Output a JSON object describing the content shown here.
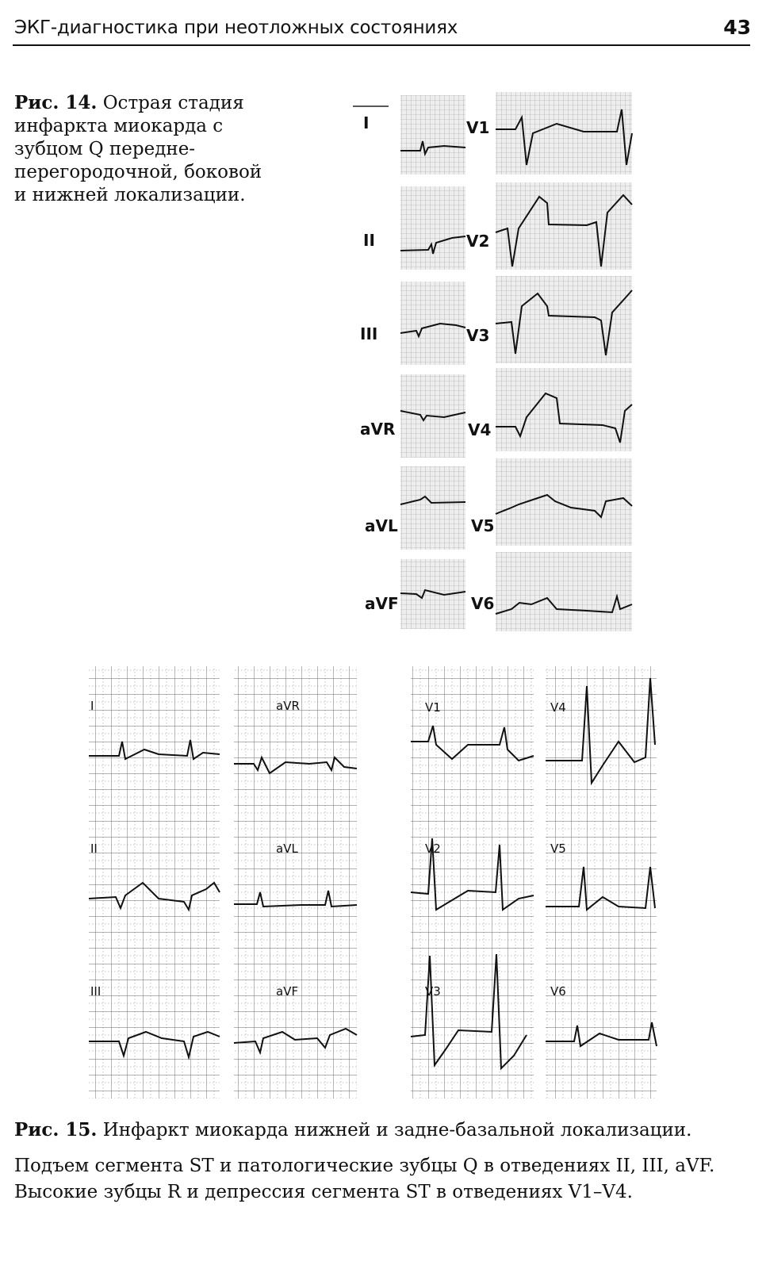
{
  "header": {
    "title": "ЭКГ-диагностика при неотложных состояниях",
    "page_number": "43"
  },
  "figure14": {
    "caption_label": "Рис. 14.",
    "caption_text": " Острая стадия инфаркта миокарда с зубцом Q передне-перегородочной, боковой и нижней локализации.",
    "left_leads": [
      "I",
      "II",
      "III",
      "aVR",
      "aVL",
      "aVF"
    ],
    "right_leads": [
      "V1",
      "V2",
      "V3",
      "V4",
      "V5",
      "V6"
    ]
  },
  "figure15": {
    "caption_label": "Рис. 15.",
    "caption_text": " Инфаркт миокарда нижней и задне-базальной локализации.",
    "description_line1": "Подъем сегмента ST и патологические зубцы Q в отведениях II, III, aVF.",
    "description_line2": "Высокие зубцы R и депрессия сегмента ST в отведениях V1–V4.",
    "columns": [
      [
        "I",
        "II",
        "III"
      ],
      [
        "aVR",
        "aVL",
        "aVF"
      ],
      [
        "V1",
        "V2",
        "V3"
      ],
      [
        "V4",
        "V5",
        "V6"
      ]
    ]
  }
}
